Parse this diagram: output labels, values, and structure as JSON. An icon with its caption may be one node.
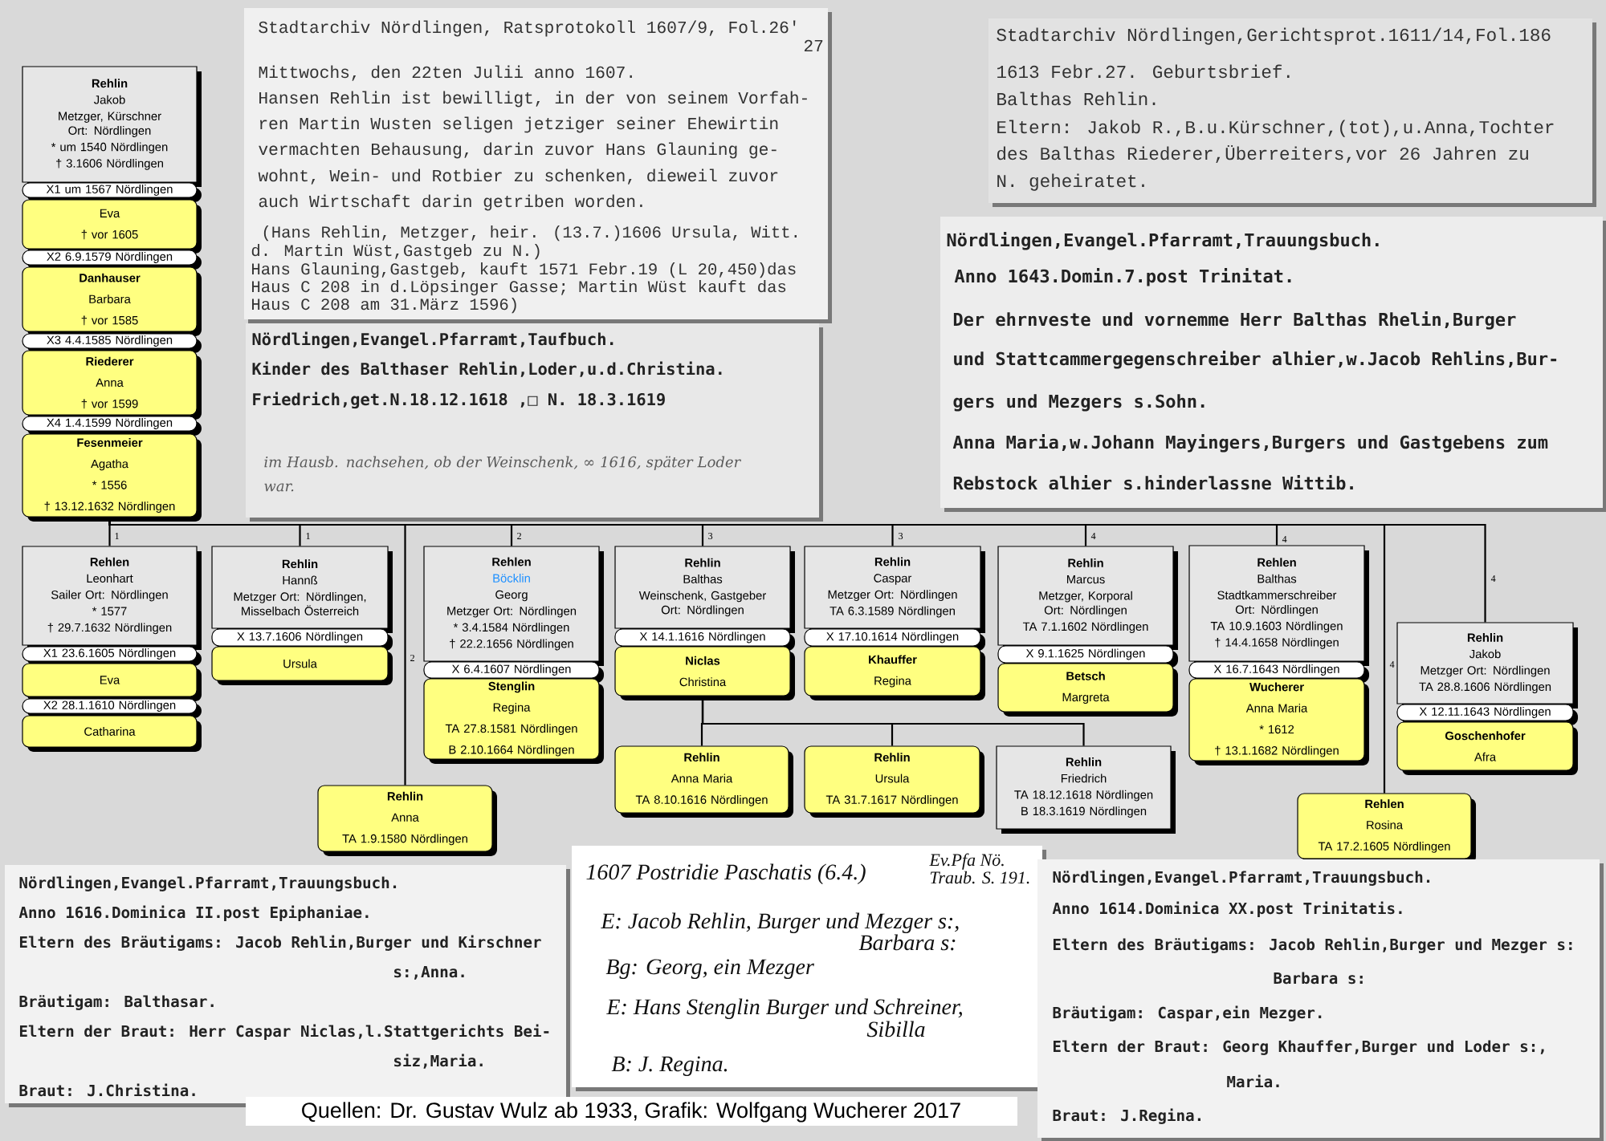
{
  "diagram": {
    "caption": "Quellen: Dr. Gustav Wulz ab 1933, Grafik: Wolfgang Wucherer 2017",
    "nodes": [
      {
        "text": [
          "Rehlin",
          "Jakob",
          "Metzger, Kürschner Ort: Nördlingen",
          "* um 1540 Nördlingen",
          "† 3.1606 Nördlingen"
        ]
      },
      {
        "text": [
          "X1 um 1567 Nördlingen"
        ]
      },
      {
        "text": [
          "Eva",
          "† vor 1605"
        ]
      },
      {
        "text": [
          "X2 6.9.1579 Nördlingen"
        ]
      },
      {
        "text": [
          "Danhauser",
          "Barbara",
          "† vor 1585"
        ]
      },
      {
        "text": [
          "X3 4.4.1585 Nördlingen"
        ]
      },
      {
        "text": [
          "Riederer",
          "Anna",
          "† vor 1599"
        ]
      },
      {
        "text": [
          "X4 1.4.1599 Nördlingen"
        ]
      },
      {
        "text": [
          "Fesenmeier",
          "Agatha",
          "* 1556",
          "† 13.12.1632 Nördlingen"
        ]
      },
      {
        "text": [
          "Stadtarchiv Nördlingen, Ratsprotokoll 1607/9, Fol.26'",
          "27",
          "Mittwochs, den 22ten Julii anno 1607.",
          "Hansen Rehlin ist bewilligt, in der von seinem Vorfah-",
          "ren Martin Wusten seligen jetziger seiner Ehewirtin",
          "vermachten Behausung, darin zuvor Hans Glauning ge-",
          "wohnt, Wein- und Rotbier zu schenken, dieweil zuvor",
          "auch Wirtschaft darin getriben worden.",
          "(Hans Rehlin, Metzger, heir. (13.7.)1606 Ursula, Witt.",
          "d. Martin Wüst,Gastgeb zu N.)",
          "Hans Glauning,Gastgeb, kauft 1571 Febr.19 (L 20,450)das",
          "Haus C 208 in d.Löpsinger Gasse; Martin Wüst kauft das",
          "Haus C 208 am 31.März 1596)"
        ]
      },
      {
        "text": [
          "Nördlingen,Evangel.Pfarramt,Taufbuch.",
          "Kinder des Balthaser Rehlin,Loder,u.d.Christina.",
          "Friedrich,get.N.18.12.1618 ,□ N. 18.3.1619",
          "im Hausb. nachsehen, ob der Weinschenk, ∞ 1616, später Loder war."
        ]
      },
      {
        "text": [
          "Stadtarchiv Nördlingen,Gerichtsprot.1611/14,Fol.186",
          "1613 Febr.27. Geburtsbrief.",
          "Balthas Rehlin.",
          "Eltern: Jakob R.,B.u.Kürschner,(tot),u.Anna,Tochter",
          "des Balthas Riederer,Überreiters,vor 26 Jahren zu",
          "N. geheiratet."
        ]
      },
      {
        "text": [
          "Nördlingen,Evangel.Pfarramt,Trauungsbuch.",
          "Anno 1643.Domin.7.post Trinitat.",
          "Der ehrnveste und vornemme Herr Balthas Rhelin,Burger",
          "und Stattcammergegenschreiber alhier,w.Jacob Rehlins,Bur-",
          "gers und Mezgers s.Sohn.",
          "Anna Maria,w.Johann Mayingers,Burgers und Gastgebens zum",
          "Rebstock alhier s.hinderlassne Wittib."
        ]
      },
      {
        "text": [
          "Rehlen",
          "Leonhart",
          "Sailer Ort: Nördlingen",
          "* 1577",
          "† 29.7.1632 Nördlingen"
        ]
      },
      {
        "text": [
          "X1 23.6.1605 Nördlingen"
        ]
      },
      {
        "text": [
          "Eva"
        ]
      },
      {
        "text": [
          "X2 28.1.1610 Nördlingen"
        ]
      },
      {
        "text": [
          "Catharina"
        ]
      },
      {
        "text": [
          "Rehlin",
          "Hannß",
          "Metzger Ort: Nördlingen, Misselbach Österreich"
        ]
      },
      {
        "text": [
          "X 13.7.1606 Nördlingen"
        ]
      },
      {
        "text": [
          "Ursula"
        ]
      },
      {
        "text": [
          "Rehlen",
          "Böcklin",
          "Georg",
          "Metzger Ort: Nördlingen",
          "* 3.4.1584 Nördlingen",
          "† 22.2.1656 Nördlingen"
        ]
      },
      {
        "text": [
          "X 6.4.1607 Nördlingen"
        ]
      },
      {
        "text": [
          "Stenglin",
          "Regina",
          "TA 27.8.1581 Nördlingen",
          "B 2.10.1664 Nördlingen"
        ]
      },
      {
        "text": [
          "Rehlin",
          "Balthas",
          "Weinschenk, Gastgeber Ort: Nördlingen"
        ]
      },
      {
        "text": [
          "X 14.1.1616 Nördlingen"
        ]
      },
      {
        "text": [
          "Niclas",
          "Christina"
        ]
      },
      {
        "text": [
          "Rehlin",
          "Caspar",
          "Metzger Ort: Nördlingen",
          "TA 6.3.1589 Nördlingen"
        ]
      },
      {
        "text": [
          "X 17.10.1614 Nördlingen"
        ]
      },
      {
        "text": [
          "Khauffer",
          "Regina"
        ]
      },
      {
        "text": [
          "Rehlin",
          "Marcus",
          "Metzger, Korporal Ort: Nördlingen",
          "TA 7.1.1602 Nördlingen"
        ]
      },
      {
        "text": [
          "X 9.1.1625 Nördlingen"
        ]
      },
      {
        "text": [
          "Betsch",
          "Margreta"
        ]
      },
      {
        "text": [
          "Rehlen",
          "Balthas",
          "Stadtkammerschreiber Ort: Nördlingen",
          "TA 10.9.1603 Nördlingen",
          "† 14.4.1658 Nördlingen"
        ]
      },
      {
        "text": [
          "X 16.7.1643 Nördlingen"
        ]
      },
      {
        "text": [
          "Wucherer",
          "Anna Maria",
          "* 1612",
          "† 13.1.1682 Nördlingen"
        ]
      },
      {
        "text": [
          "Rehlin",
          "Jakob",
          "Metzger Ort: Nördlingen",
          "TA 28.8.1606 Nördlingen"
        ]
      },
      {
        "text": [
          "X 12.11.1643 Nördlingen"
        ]
      },
      {
        "text": [
          "Goschenhofer",
          "Afra"
        ]
      },
      {
        "text": [
          "Rehlin",
          "Anna",
          "TA 1.9.1580 Nördlingen"
        ]
      },
      {
        "text": [
          "Rehlen",
          "Rosina",
          "TA 17.2.1605 Nördlingen"
        ]
      },
      {
        "text": [
          "Rehlin",
          "Anna Maria",
          "TA 8.10.1616 Nördlingen"
        ]
      },
      {
        "text": [
          "Rehlin",
          "Ursula",
          "TA 31.7.1617 Nördlingen"
        ]
      },
      {
        "text": [
          "Rehlin",
          "Friedrich",
          "TA 18.12.1618 Nördlingen",
          "B 18.3.1619 Nördlingen"
        ]
      },
      {
        "text": [
          "Nördlingen,Evangel.Pfarramt,Trauungsbuch.",
          "Anno 1616.Dominica II.post Epiphaniae.",
          "Eltern des Bräutigams: Jacob Rehlin,Burger und Kirschner",
          "s:,Anna.",
          "Bräutigam: Balthasar.",
          "Eltern der Braut: Herr Caspar Niclas,l.Stattgerichts Bei-",
          "siz,Maria.",
          "Braut: J.Christina."
        ]
      },
      {
        "text": [
          "1607 Postridie Paschatis (6.4.)",
          "Ev.Pfa Nö.",
          "Traub. S. 191.",
          "E: Jacob Rehlin, Burger und Mezger s:,",
          "Barbara s:",
          "Bg: Georg, ein Mezger",
          "E: Hans Stenglin Burger und Schreiner,",
          "Sibilla",
          "B: J. Regina."
        ]
      },
      {
        "text": [
          "Nördlingen,Evangel.Pfarramt,Trauungsbuch.",
          "Anno 1614.Dominica XX.post Trinitatis.",
          "Eltern des Bräutigams: Jacob Rehlin,Burger und Mezger s:",
          "Barbara s:",
          "Bräutigam: Caspar,ein Mezger.",
          "Eltern der Braut: Georg Khauffer,Burger und Loder s:,",
          "Maria.",
          "Braut: J.Regina."
        ]
      }
    ],
    "edges": [
      {
        "from": 8,
        "to": 13,
        "arrow": "none",
        "label": "1"
      },
      {
        "from": 8,
        "to": 18,
        "arrow": "none",
        "label": "1"
      },
      {
        "from": 8,
        "to": 39,
        "arrow": "none",
        "label": "2"
      },
      {
        "from": 8,
        "to": 21,
        "arrow": "none",
        "label": "2"
      },
      {
        "from": 8,
        "to": 24,
        "arrow": "none",
        "label": "3"
      },
      {
        "from": 8,
        "to": 27,
        "arrow": "none",
        "label": "3"
      },
      {
        "from": 8,
        "to": 30,
        "arrow": "none",
        "label": "4"
      },
      {
        "from": 8,
        "to": 33,
        "arrow": "none",
        "label": "4"
      },
      {
        "from": 8,
        "to": 40,
        "arrow": "none",
        "label": "4"
      },
      {
        "from": 8,
        "to": 36,
        "arrow": "none",
        "label": "4"
      },
      {
        "from": 26,
        "to": 41,
        "arrow": "none"
      },
      {
        "from": 26,
        "to": 42,
        "arrow": "none"
      },
      {
        "from": 26,
        "to": 43,
        "arrow": "none"
      }
    ]
  }
}
